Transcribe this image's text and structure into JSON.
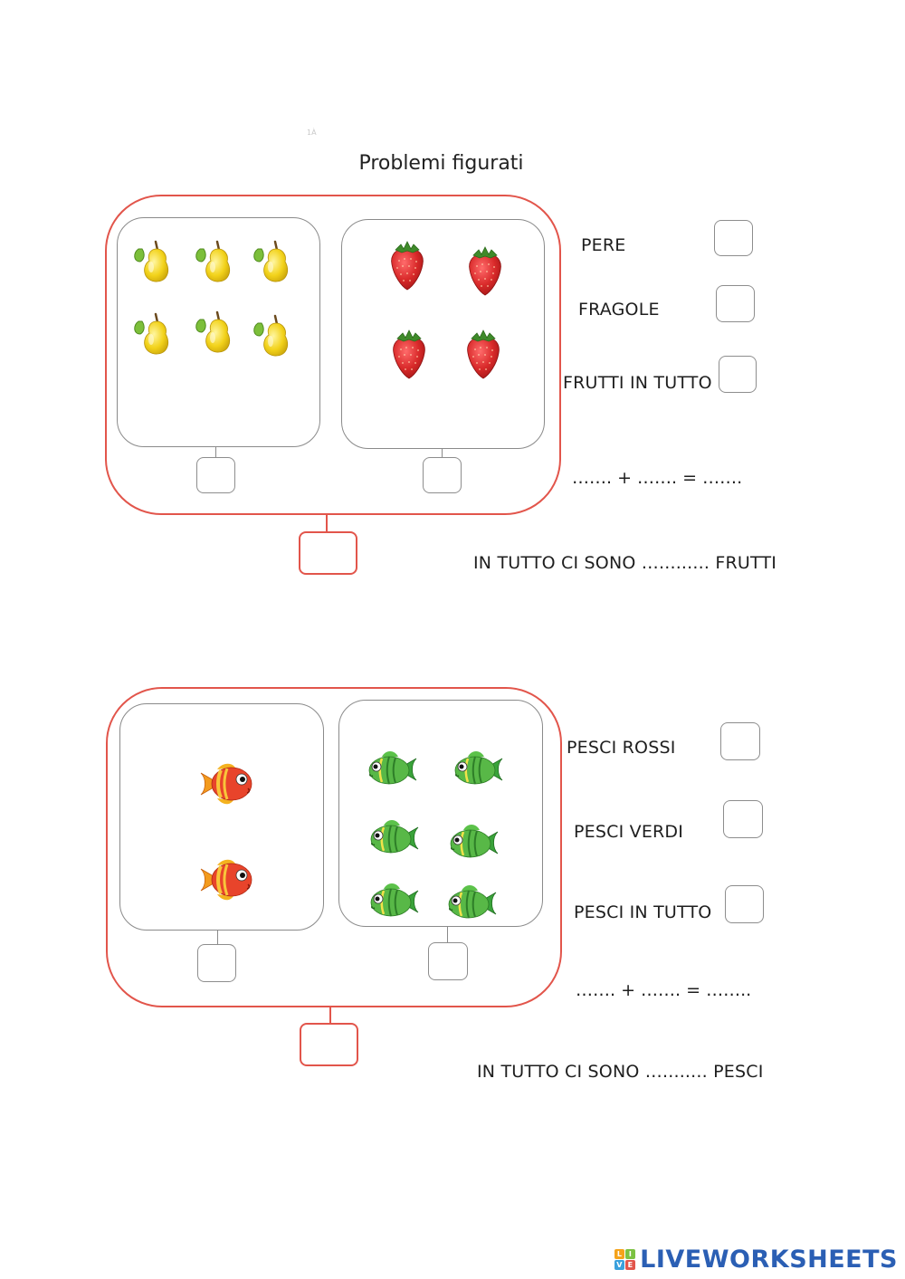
{
  "header": {
    "title": "Problemi figurati",
    "faint_mark": "1À"
  },
  "problem1": {
    "left_items": "pear",
    "left_count": 6,
    "right_items": "strawberry",
    "right_count": 4,
    "labels": [
      "PERE",
      "FRAGOLE",
      "FRUTTI IN TUTTO"
    ],
    "equation": "……. + ……. = …….",
    "sentence": "IN TUTTO CI SONO …......... FRUTTI"
  },
  "problem2": {
    "left_items": "red-fish",
    "left_count": 2,
    "right_items": "green-fish",
    "right_count": 6,
    "labels": [
      "PESCI ROSSI",
      "PESCI VERDI",
      "PESCI IN TUTTO"
    ],
    "equation": "……. + ……. = ……..",
    "sentence": "IN TUTTO CI SONO …........ PESCI"
  },
  "footer": {
    "brand": "LIVEWORKSHEETS",
    "logo_letters": [
      "L",
      "I",
      "V",
      "E"
    ]
  },
  "colors": {
    "accent_red": "#e2554b",
    "box_gray": "#8a8a8a",
    "brand_blue": "#2b5fb4"
  }
}
